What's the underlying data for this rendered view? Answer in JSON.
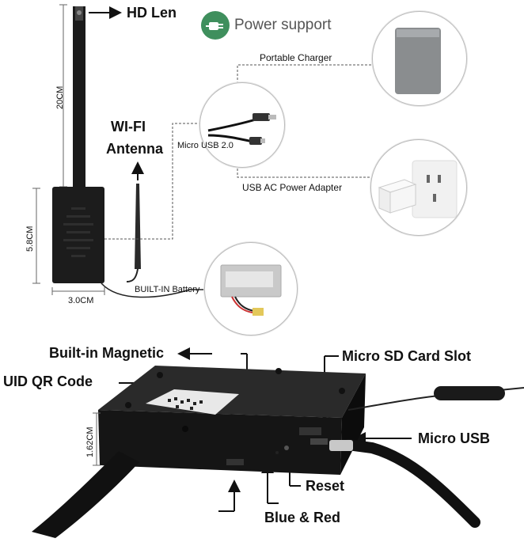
{
  "labels": {
    "hd_len": "HD Len",
    "power_support": "Power support",
    "portable_charger": "Portable Charger",
    "dim_20cm": "20CM",
    "wifi_line1": "WI-FI",
    "wifi_line2": "Antenna",
    "micro_usb_20": "Micro USB 2.0",
    "usb_ac_adapter": "USB AC Power Adapter",
    "dim_58cm": "5.8CM",
    "dim_30cm": "3.0CM",
    "built_in_battery": "BUILT-IN Battery",
    "built_in_magnetic": "Built-in Magnetic",
    "micro_sd_slot": "Micro SD Card Slot",
    "uid_qr_code": "UID QR Code",
    "micro_usb": "Micro USB",
    "dim_162cm": "1.62CM",
    "reset": "Reset",
    "blue_red": "Blue & Red"
  },
  "colors": {
    "badge_green": "#3f8f5d",
    "device_black": "#1c1c1c",
    "text": "#111111",
    "charger_gray": "#8a8d8f"
  },
  "icons": [
    "plug-icon",
    "arrow-icon",
    "usb-cable-icon",
    "battery-icon",
    "power-bank-icon",
    "wall-socket-icon"
  ]
}
